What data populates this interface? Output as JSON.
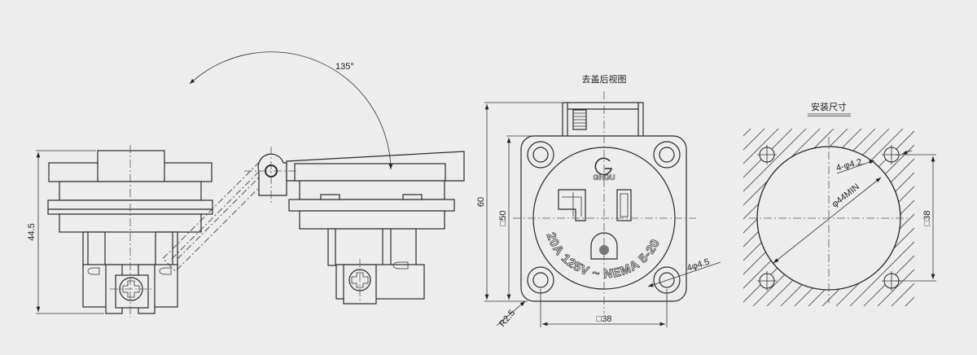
{
  "side_view": {
    "angle_label": "135°",
    "height_label": "44.5"
  },
  "front_view": {
    "title": "去盖后视图",
    "brand": "GHGU",
    "rating_text": "20A 125V ~ NEMA 5-20",
    "dim_height": "60",
    "dim_square": "□50",
    "dim_hole_spacing": "□38",
    "dim_holes": "4φ4.5",
    "dim_radius": "R2.5"
  },
  "mounting": {
    "title": "安装尺寸",
    "dim_holes": "4-φ4.2",
    "dim_cutout": "φ44MIN",
    "dim_spacing": "□38"
  }
}
